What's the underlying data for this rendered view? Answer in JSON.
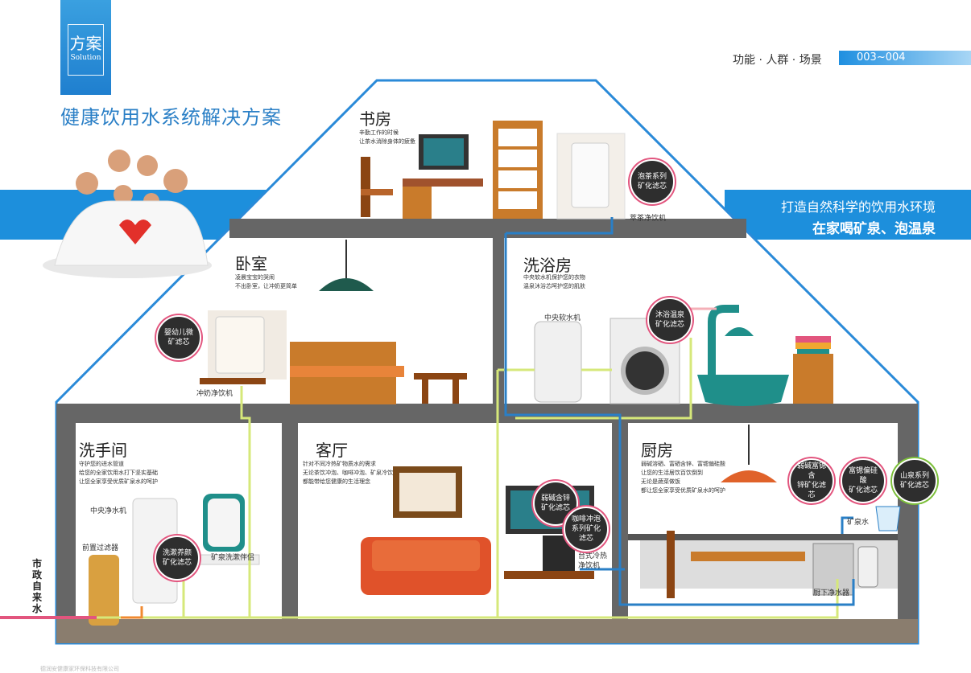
{
  "header": {
    "logo_cn": "方案",
    "logo_en": "Solution",
    "title": "健康饮用水系统解决方案",
    "breadcrumb": "功能 · 人群 · 场景",
    "page_range": "003~004"
  },
  "banner": {
    "line1": "打造自然科学的饮用水环境",
    "line2": "在家喝矿泉、泡温泉"
  },
  "rooms": {
    "study": {
      "title": "书房",
      "desc": "辛勤工作的时候\n让茶水消除身体的疲惫",
      "product_label": "萃茶净饮机",
      "badge": "泡茶系列\n矿化滤芯"
    },
    "bedroom": {
      "title": "卧室",
      "desc": "凌晨宝宝的哭闹\n不出卧室，让冲奶更简单",
      "product_label": "冲奶净饮机",
      "badge": "婴幼儿微\n矿滤芯"
    },
    "bathroom": {
      "title": "洗浴房",
      "desc": "中央软水机保护您的衣物\n温泉沐浴芯呵护您的肌肤",
      "product_label": "中央软水机",
      "badge": "沐浴温泉\n矿化滤芯"
    },
    "washroom": {
      "title": "洗手间",
      "desc": "守护您的进水管道\n给您的全家饮用水打下坚实基础\n让您全家享受优质矿泉水的呵护",
      "product_label_1": "中央净水机",
      "product_label_2": "前置过滤器",
      "product_label_3": "矿泉洗漱伴侣",
      "badge": "洗漱养颜\n矿化滤芯"
    },
    "living": {
      "title": "客厅",
      "desc": "针对不同冷热矿物质水的需求\n无论茶饮冲泡、咖啡冲泡、矿泉冷饮\n都能带给您健康的生活理念",
      "product_label": "台式冷热\n净饮机",
      "badge_1": "弱碱含锌\n矿化滤芯",
      "badge_2": "咖啡冲泡\n系列矿化滤芯"
    },
    "kitchen": {
      "title": "厨房",
      "desc": "弱碱溶硒、富硒含锌、富锶偏硅酸\n让您的生活居饮百饮倒到\n无论是蔬菜做饭\n都让您全家享受优质矿泉水的呵护",
      "product_label_1": "矿泉水",
      "product_label_2": "厨下净水器",
      "badge_1": "弱碱富锶含\n锌矿化滤芯",
      "badge_2": "富锶偏硅酸\n矿化滤芯",
      "badge_3": "山泉系列\n矿化滤芯"
    }
  },
  "inlet_label": "市政自来水",
  "footer": "德润安健康家环保科技有限公司",
  "colors": {
    "brand_blue": "#1d8fdc",
    "title_blue": "#2a7fc6",
    "wall_gray": "#666666",
    "badge_dark": "#2e2e2e",
    "pipe_green": "#d6e87a",
    "pipe_blue": "#2a7fc6",
    "pipe_pink": "#e2557e"
  }
}
